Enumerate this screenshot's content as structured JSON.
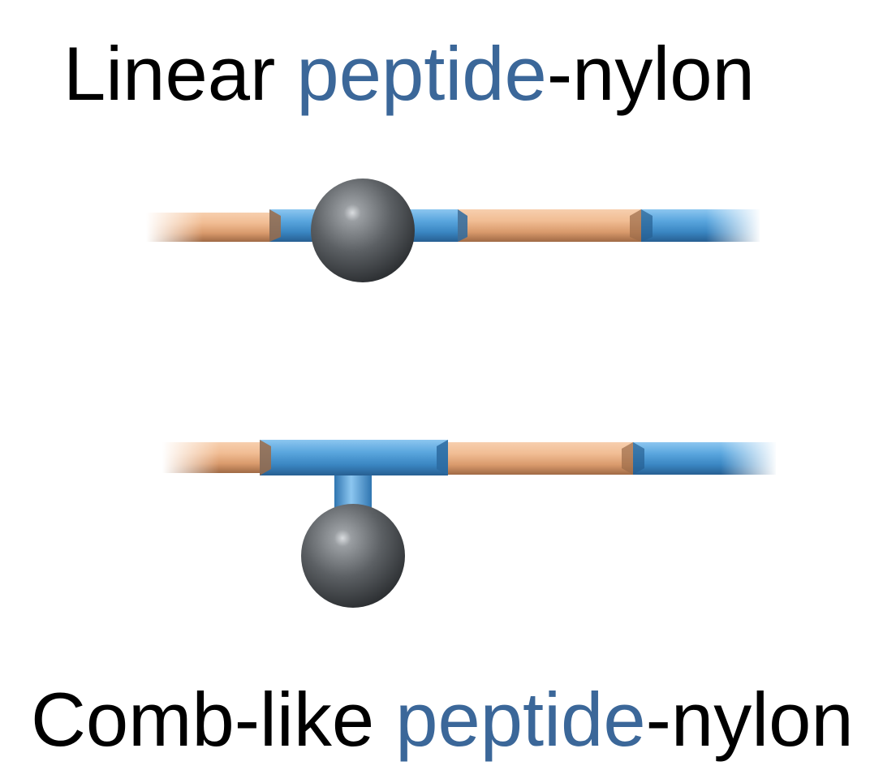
{
  "titles": {
    "linear": {
      "word1": "Linear ",
      "word2": "peptide",
      "word3": "-nylon"
    },
    "comb": {
      "word1": "Comb-like ",
      "word2": "peptide",
      "word3": "-nylon"
    }
  },
  "colors": {
    "peptide": "#3b6799",
    "nylon_segment": "#e3a77a",
    "peptide_segment": "#4f96cf",
    "sphere": "#555a5e",
    "text": "#000000"
  }
}
